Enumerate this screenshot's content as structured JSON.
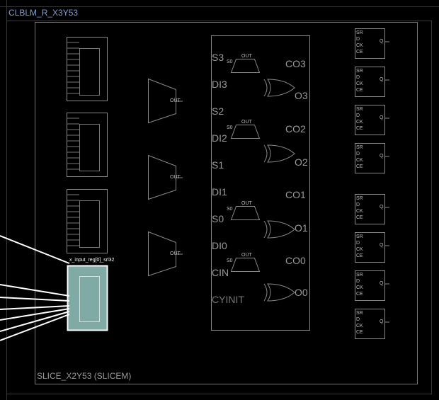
{
  "clb": {
    "title": "CLBLM_R_X3Y53"
  },
  "slice": {
    "title": "SLICE_X2Y53 (SLICEM)"
  },
  "selected_cell": {
    "label": "x_input_reg[0]_srl32"
  },
  "carry": {
    "left_pins": [
      "S3",
      "DI3",
      "S2",
      "DI2",
      "S1",
      "DI1",
      "S0",
      "DI0",
      "CIN",
      "CYINIT"
    ],
    "right_pins": [
      "CO3",
      "O3",
      "CO2",
      "O2",
      "CO1",
      "O1",
      "CO0",
      "O0"
    ]
  },
  "flipflop_pins": {
    "sr": "SR",
    "d": "D",
    "ck": "CK",
    "ce": "CE",
    "q": "Q"
  },
  "mux_pins": {
    "out": "OUT",
    "s0": "S0"
  },
  "colors": {
    "selection": "#7faaa6",
    "selection_border": "#ffffff",
    "wire": "#ffffff",
    "outline": "#8a8a8a",
    "boundary": "#1f2aa8"
  }
}
